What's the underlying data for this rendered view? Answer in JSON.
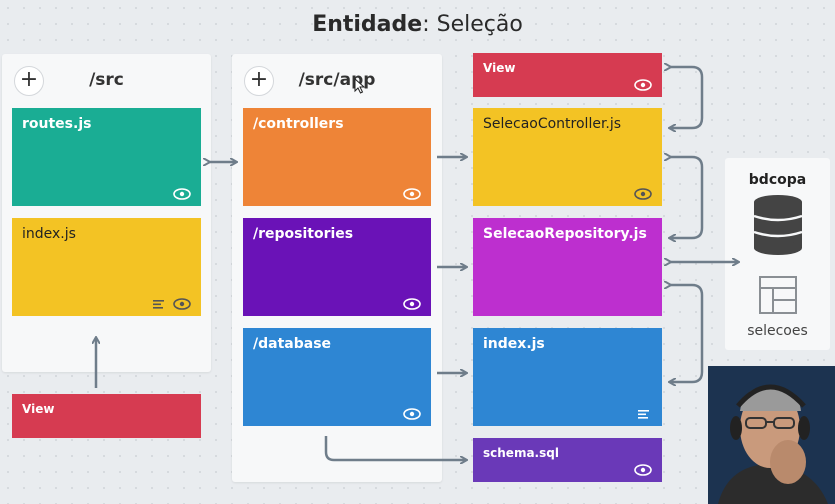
{
  "title": {
    "bold": "Entidade",
    "rest": ": Seleção"
  },
  "columns": {
    "src": {
      "title": "/src",
      "add": "+"
    },
    "src_app": {
      "title": "/src/app",
      "add": "+"
    }
  },
  "cards": {
    "routes": "routes.js",
    "index_src": "index.js",
    "view_left": "View",
    "controllers": "/controllers",
    "repositories": "/repositories",
    "database": "/database",
    "view_right": "View",
    "selecao_controller": "SelecaoController.js",
    "selecao_repository": "SelecaoRepository.js",
    "index_db": "index.js",
    "schema": "schema.sql"
  },
  "db": {
    "name": "bdcopa",
    "table": "selecoes"
  },
  "colors": {
    "teal": "#1aad94",
    "yellow": "#f3c324",
    "red": "#d63b51",
    "orange": "#ee8437",
    "purple": "#6a12b7",
    "blue": "#2e86d3",
    "magenta": "#bd2fcf",
    "violet": "#6a39b8",
    "arrow": "#6f7d8a"
  },
  "icons": [
    "plus-icon",
    "eye-icon",
    "lines-icon",
    "database-icon",
    "table-icon",
    "mouse-cursor-icon"
  ]
}
